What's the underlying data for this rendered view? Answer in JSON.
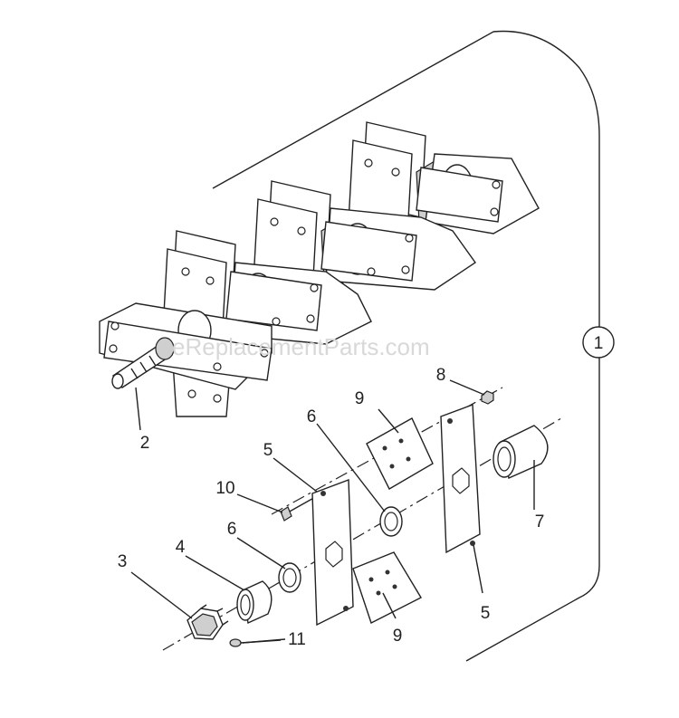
{
  "watermark": "eReplacementParts.com",
  "callouts": {
    "c1": "1",
    "c2": "2",
    "c3": "3",
    "c4": "4",
    "c5a": "5",
    "c5b": "5",
    "c6a": "6",
    "c6b": "6",
    "c7": "7",
    "c8": "8",
    "c9a": "9",
    "c9b": "9",
    "c10": "10",
    "c11": "11"
  },
  "colors": {
    "ink": "#222222",
    "paper": "#ffffff",
    "watermark": "#d8d8d8"
  }
}
